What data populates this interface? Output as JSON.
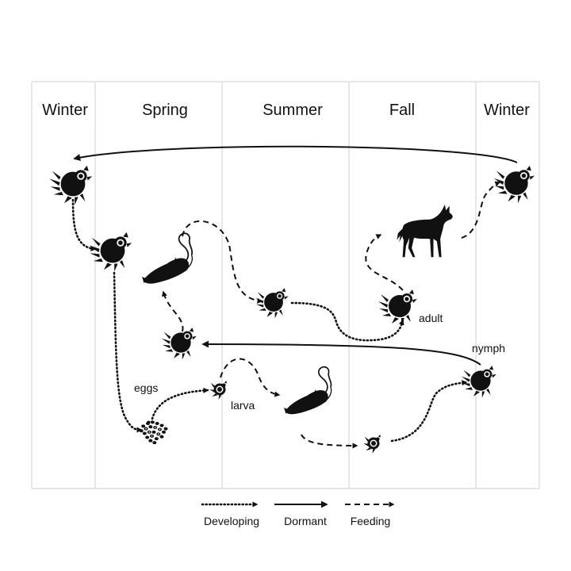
{
  "seasons": [
    "Winter",
    "Spring",
    "Summer",
    "Fall",
    "Winter"
  ],
  "stage_labels": {
    "eggs": "eggs",
    "larva": "larva",
    "nymph": "nymph",
    "adult": "adult"
  },
  "legend": {
    "developing": "Developing",
    "dormant": "Dormant",
    "feeding": "Feeding"
  },
  "icons": [
    "tick-icon",
    "mouse-icon",
    "deer-icon",
    "egg-cluster-icon"
  ]
}
